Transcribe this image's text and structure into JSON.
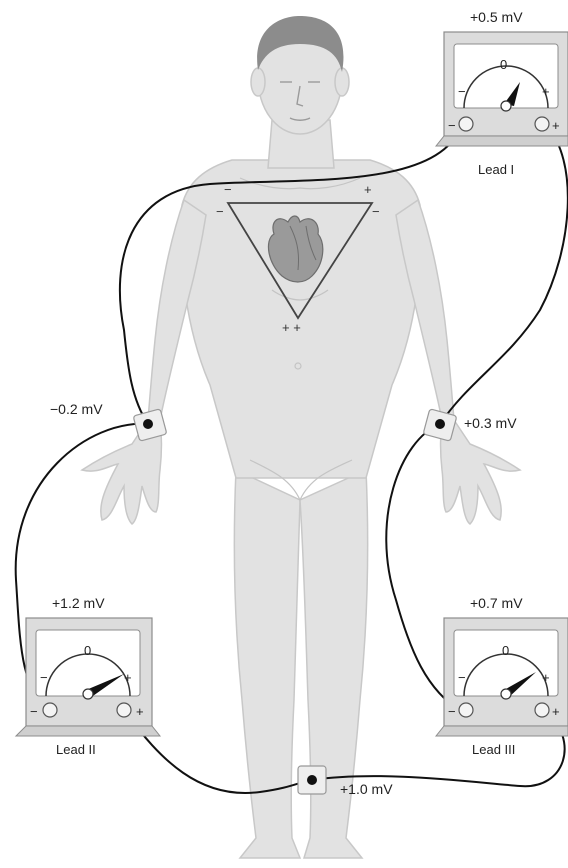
{
  "colors": {
    "skin": "#e2e2e2",
    "skin_outline": "#c8c8c8",
    "hair": "#8c8c8c",
    "wire": "#111111",
    "meter_body": "#dcdcdc",
    "meter_face": "#ffffff",
    "heart": "#9a9a9a"
  },
  "electrodes": {
    "right_arm": "−0.2 mV",
    "left_arm": "+0.3 mV",
    "left_leg": "+1.0 mV"
  },
  "triangle_signs": {
    "top_left_a": "−",
    "top_left_b": "−",
    "top_right_a": "+",
    "top_right_b": "−",
    "bottom": "+ +"
  },
  "meters": [
    {
      "id": "lead-i",
      "name": "Lead I",
      "reading": "+0.5 mV",
      "zero": "0",
      "minus": "−",
      "plus": "+",
      "terminal_minus": "−",
      "terminal_plus": "+"
    },
    {
      "id": "lead-ii",
      "name": "Lead II",
      "reading": "+1.2 mV",
      "zero": "0",
      "minus": "−",
      "plus": "+",
      "terminal_minus": "−",
      "terminal_plus": "+"
    },
    {
      "id": "lead-iii",
      "name": "Lead III",
      "reading": "+0.7 mV",
      "zero": "0",
      "minus": "−",
      "plus": "+",
      "terminal_minus": "−",
      "terminal_plus": "+"
    }
  ]
}
